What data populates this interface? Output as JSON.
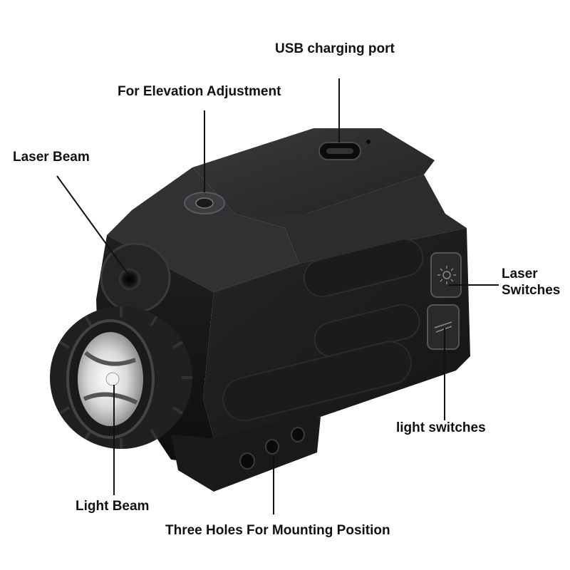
{
  "labels": {
    "usb_port": "USB charging port",
    "elevation": "For Elevation Adjustment",
    "laser_beam": "Laser Beam",
    "laser_switches_line1": "Laser",
    "laser_switches_line2": "Switches",
    "light_switches": "light switches",
    "light_beam": "Light Beam",
    "mounting_holes": "Three Holes For Mounting Position"
  },
  "colors": {
    "background": "#ffffff",
    "text": "#111111",
    "body": "#1f1f21",
    "leader_line": "#111111"
  }
}
